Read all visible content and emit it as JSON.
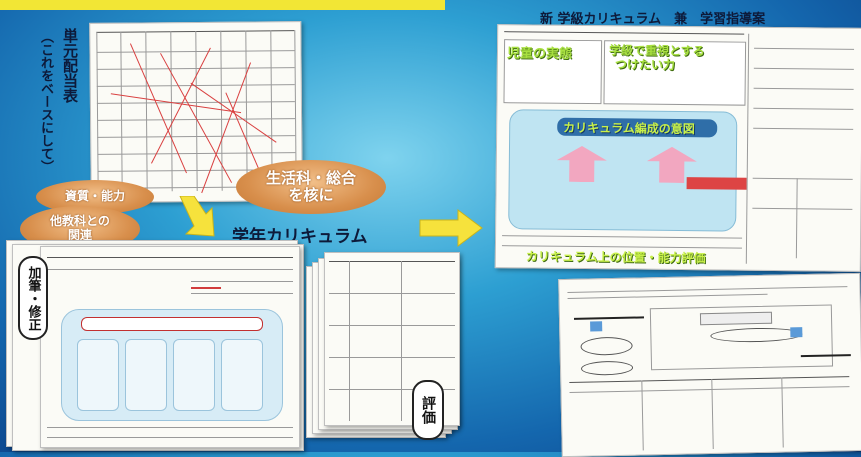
{
  "left_source": {
    "title_line1": "単元配当表",
    "title_line2": "（これをベースにして）"
  },
  "clouds": {
    "quality": "資質・能力",
    "relation_line1": "他教科との",
    "relation_line2": "関連",
    "life_line1": "生活科・総合",
    "life_line2": "を核に"
  },
  "grade_curriculum": {
    "title": "学年カリキュラム"
  },
  "edit_label": "加筆・修正",
  "eval_label": "評価",
  "new_curriculum": {
    "title": "新 学級カリキュラム　兼　学習指導案",
    "box1": "児童の実態",
    "box2_line1": "学級で重視とする",
    "box2_line2": "つけたい力",
    "center": "カリキュラム編成の意図",
    "bottom": "カリキュラム上の位置・能力評価"
  },
  "colors": {
    "banner": "#f2e635",
    "arrow": "#f6e23c",
    "cloud": "#d88f4c",
    "title_green": "#c8f04a"
  }
}
